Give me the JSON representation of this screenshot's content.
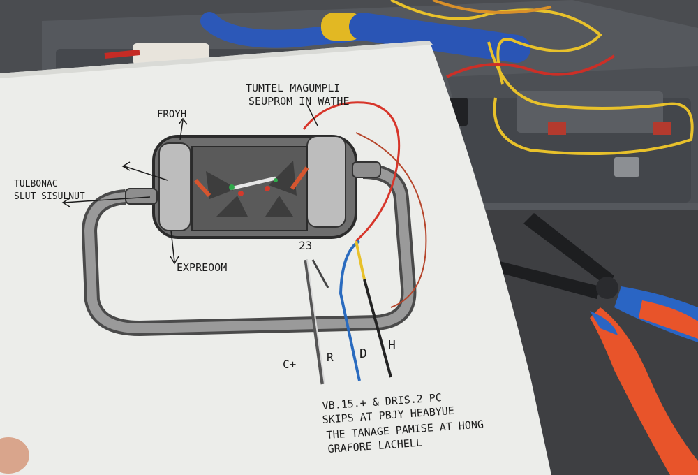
{
  "photo": {
    "subject": "hand-drawn wiring diagram on paper next to a toolbox with pliers and wires",
    "diagram": {
      "title_line1": "TUMTEL MAGUMPLI",
      "title_line2": "SEUPROM IN WATHE",
      "label_top": "FROYH",
      "label_left_line1": "TULBONAC",
      "label_left_line2": "SLUT SISULNUT",
      "label_bottom": "EXPREOOM",
      "label_number": "23",
      "wire_label_1": "C+",
      "wire_label_2": "R",
      "wire_label_3": "D",
      "wire_label_4": "H",
      "note_line1": "VB.15.+ & DRIS.2 PC",
      "note_line2": "SKIPS AT PBJY HEABYUE",
      "note_line3": "THE TANAGE PAMISE AT HONG",
      "note_line4": "GRAFORE LACHELL"
    },
    "colors": {
      "paper": "#ecedea",
      "desk": "#3e3f42",
      "toolbox": "#4e5155",
      "wire_red": "#d7352a",
      "wire_blue": "#2a6bbf",
      "wire_yellow": "#e8c12b",
      "pliers_handle": "#e8542a"
    }
  }
}
